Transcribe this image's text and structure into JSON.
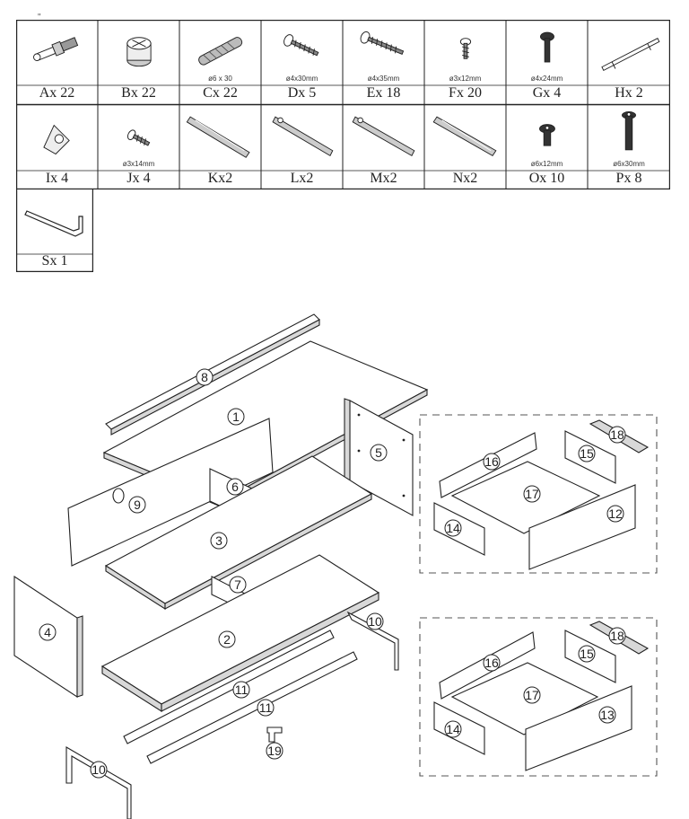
{
  "header_mark": "\"",
  "hardware": [
    {
      "id": "A",
      "label": "Ax 22",
      "spec": "",
      "icon": "cam-bolt-icon"
    },
    {
      "id": "B",
      "label": "Bx 22",
      "spec": "",
      "icon": "cam-lock-icon"
    },
    {
      "id": "C",
      "label": "Cx 22",
      "spec": "ø6 x 30",
      "icon": "wood-dowel-icon"
    },
    {
      "id": "D",
      "label": "Dx 5",
      "spec": "ø4x30mm",
      "icon": "screw-icon"
    },
    {
      "id": "E",
      "label": "Ex 18",
      "spec": "ø4x35mm",
      "icon": "screw-icon"
    },
    {
      "id": "F",
      "label": "Fx 20",
      "spec": "ø3x12mm",
      "icon": "short-screw-icon"
    },
    {
      "id": "G",
      "label": "Gx 4",
      "spec": "ø4x24mm",
      "icon": "bolt-icon"
    },
    {
      "id": "H",
      "label": "Hx 2",
      "spec": "",
      "icon": "handle-icon"
    },
    {
      "id": "I",
      "label": "Ix 4",
      "spec": "",
      "icon": "corner-bracket-icon"
    },
    {
      "id": "J",
      "label": "Jx 4",
      "spec": "ø3x14mm",
      "icon": "screw-icon"
    },
    {
      "id": "K",
      "label": "Kx2",
      "spec": "",
      "icon": "drawer-rail-icon"
    },
    {
      "id": "L",
      "label": "Lx2",
      "spec": "",
      "icon": "drawer-rail-icon"
    },
    {
      "id": "M",
      "label": "Mx2",
      "spec": "",
      "icon": "drawer-rail-icon"
    },
    {
      "id": "N",
      "label": "Nx2",
      "spec": "",
      "icon": "drawer-rail-icon"
    },
    {
      "id": "O",
      "label": "Ox 10",
      "spec": "ø6x12mm",
      "icon": "bolt-icon"
    },
    {
      "id": "P",
      "label": "Px 8",
      "spec": "ø6x30mm",
      "icon": "long-bolt-icon"
    },
    {
      "id": "S",
      "label": "Sx 1",
      "spec": "",
      "icon": "allen-key-icon"
    }
  ],
  "parts": {
    "p1": "1",
    "p2": "2",
    "p3": "3",
    "p4": "4",
    "p5": "5",
    "p6": "6",
    "p7": "7",
    "p8": "8",
    "p9": "9",
    "p10": "10",
    "p11": "11",
    "p12": "12",
    "p13": "13",
    "p14": "14",
    "p15": "15",
    "p16": "16",
    "p17": "17",
    "p18": "18",
    "p19": "19"
  },
  "colors": {
    "line": "#222222",
    "panel": "#ffffff",
    "shade": "#e6e6e6",
    "dash": "#555555"
  }
}
